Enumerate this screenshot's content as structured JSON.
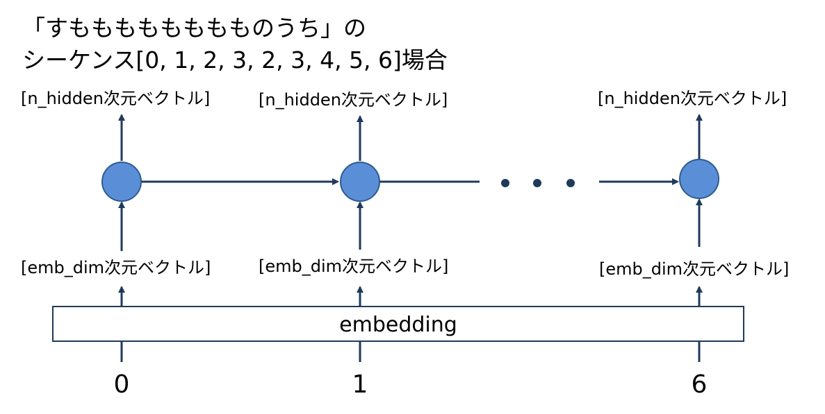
{
  "title": {
    "line1": "「すもももももももものうち」の",
    "line2": "シーケンス[0, 1, 2, 3, 2, 3, 4, 5, 6]場合"
  },
  "columns": [
    {
      "hidden_label": "[n_hidden次元ベクトル]",
      "emb_label": "[emb_dim次元ベクトル]",
      "index": "0"
    },
    {
      "hidden_label": "[n_hidden次元ベクトル]",
      "emb_label": "[emb_dim次元ベクトル]",
      "index": "1"
    },
    {
      "hidden_label": "[n_hidden次元ベクトル]",
      "emb_label": "[emb_dim次元ベクトル]",
      "index": "6"
    }
  ],
  "embedding_label": "embedding",
  "colors": {
    "node_fill": "#5a8fd8",
    "node_stroke": "#2f5a8f",
    "arrow": "#1f3a5a"
  }
}
